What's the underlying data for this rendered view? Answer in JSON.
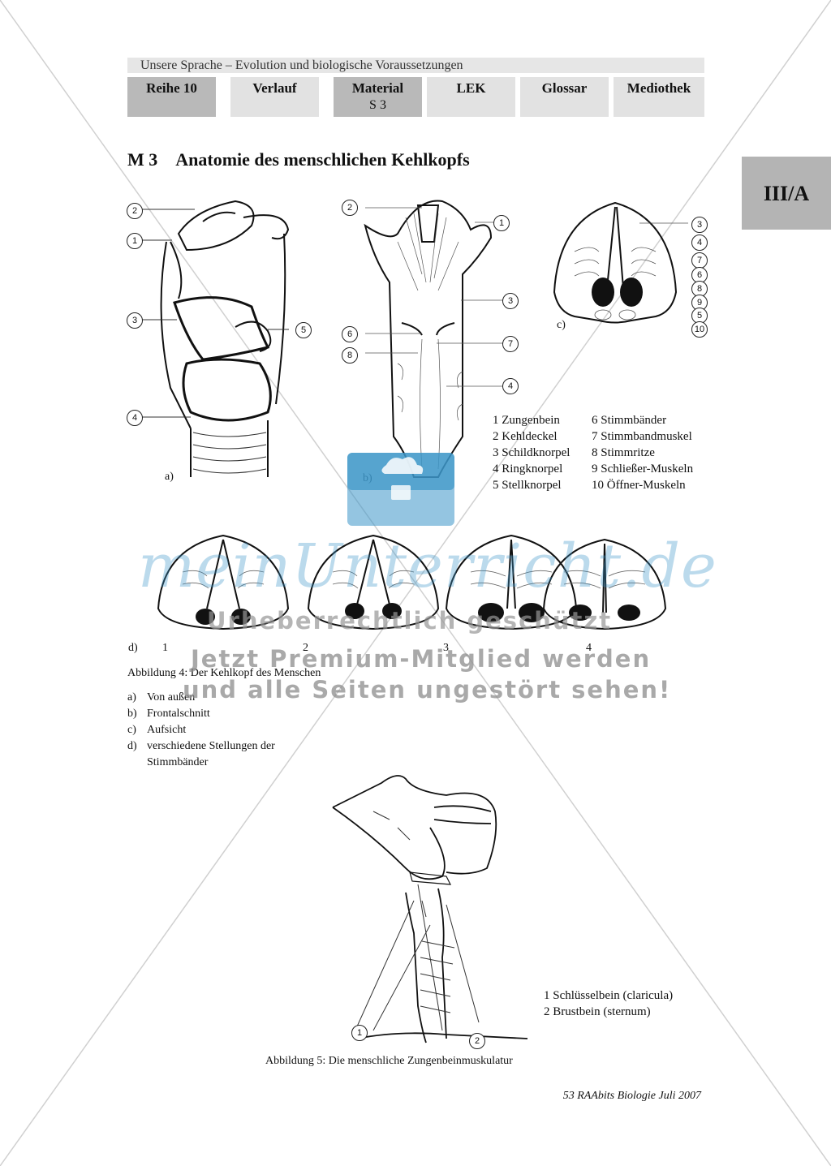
{
  "header": {
    "title": "Unsere Sprache – Evolution und biologische Voraussetzungen",
    "nav": [
      {
        "label": "Reihe 10",
        "sub": "",
        "active": true
      },
      {
        "label": "Verlauf",
        "sub": "",
        "active": false
      },
      {
        "label": "Material",
        "sub": "S 3",
        "active": true
      },
      {
        "label": "LEK",
        "sub": "",
        "active": false
      },
      {
        "label": "Glossar",
        "sub": "",
        "active": false
      },
      {
        "label": "Mediothek",
        "sub": "",
        "active": false
      }
    ],
    "side_tab": "III/A"
  },
  "section": {
    "number": "M 3",
    "title": "Anatomie des menschlichen Kehlkopfs"
  },
  "figure4": {
    "letters": {
      "a": "a)",
      "b": "b)",
      "c": "c)",
      "d": "d)"
    },
    "positions": [
      "1",
      "2",
      "3",
      "4"
    ],
    "legend": [
      {
        "left": "1 Zungenbein",
        "right": "6 Stimmbänder"
      },
      {
        "left": "2 Kehldeckel",
        "right": "7 Stimmbandmuskel"
      },
      {
        "left": "3 Schildknorpel",
        "right": "8 Stimmritze"
      },
      {
        "left": "4 Ringknorpel",
        "right": "9 Schließer-Muskeln"
      },
      {
        "left": "5 Stellknorpel",
        "right": "10 Öffner-Muskeln"
      }
    ],
    "caption": "Abbildung 4: Der Kehlkopf des Menschen",
    "items": [
      {
        "k": "a)",
        "v": "Von außen"
      },
      {
        "k": "b)",
        "v": "Frontalschnitt"
      },
      {
        "k": "c)",
        "v": "Aufsicht"
      },
      {
        "k": "d)",
        "v": "verschiedene Stellungen der Stimmbänder"
      }
    ]
  },
  "figure5": {
    "legend": [
      "1  Schlüsselbein (claricula)",
      "2  Brustbein (sternum)"
    ],
    "caption": "Abbildung 5: Die menschliche Zungenbeinmuskulatur"
  },
  "watermark": {
    "brand": "meinUnterricht.de",
    "line1": "Urheberrechtlich geschützt",
    "line2": "Jetzt Premium-Mitglied werden",
    "line3": "und alle Seiten ungestört sehen!"
  },
  "footer": "53 RAAbits Biologie Juli 2007"
}
